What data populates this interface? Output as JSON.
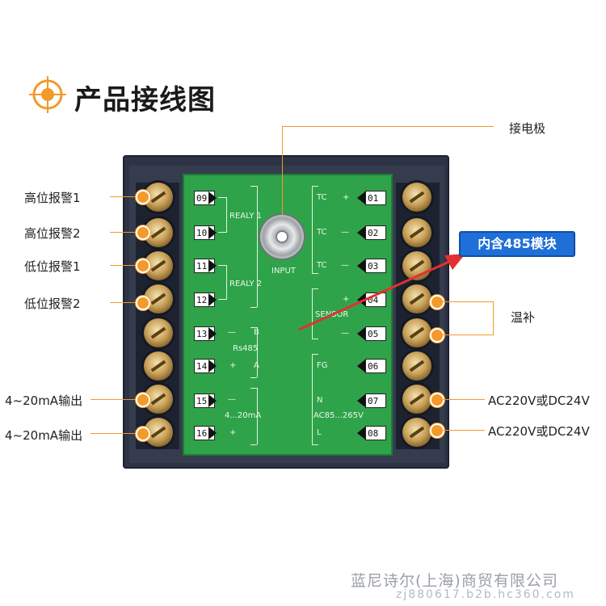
{
  "title": "产品接线图",
  "icons": {
    "title_icon": "target-icon"
  },
  "colors": {
    "accent": "#f39a2b",
    "board": "#2fa34a",
    "badge": "#1f6fd8",
    "arrow": "#e33030"
  },
  "left_labels": [
    "高位报警1",
    "高位报警2",
    "低位报警1",
    "低位报警2",
    "4~20mA输出",
    "4~20mA输出"
  ],
  "right_labels": {
    "electrode": "接电极",
    "temp_comp": "温补",
    "power1": "AC220V或DC24V",
    "power2": "AC220V或DC24V"
  },
  "badge": "内含485模块",
  "board": {
    "left_terms": [
      "09",
      "10",
      "11",
      "12",
      "13",
      "14",
      "15",
      "16"
    ],
    "right_terms": [
      "01",
      "02",
      "03",
      "04",
      "05",
      "06",
      "07",
      "08"
    ],
    "realy1": "REALY 1",
    "realy2": "REALY 2",
    "input": "INPUT",
    "rs485": "Rs485",
    "b": "B",
    "a": "A",
    "minus": "—",
    "plus": "+",
    "ma": "4...20mA",
    "tc": "TC",
    "sensor": "SENSOR",
    "fg": "FG",
    "n": "N",
    "l": "L",
    "ac": "AC85...265V"
  },
  "footer": {
    "company": "蓝尼诗尔(上海)商贸有限公司",
    "url": "zj880617.b2b.hc360.com"
  }
}
